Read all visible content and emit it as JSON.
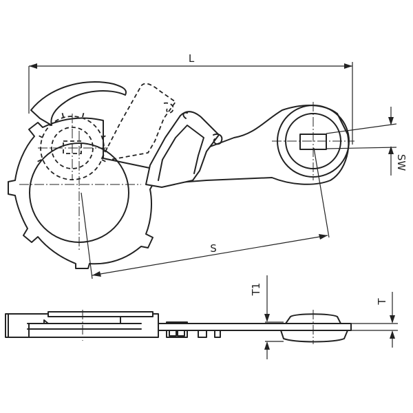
{
  "dimensions": {
    "length": "L",
    "span": "S",
    "wrench_size": "SW",
    "thickness_1": "T1",
    "thickness": "T"
  }
}
